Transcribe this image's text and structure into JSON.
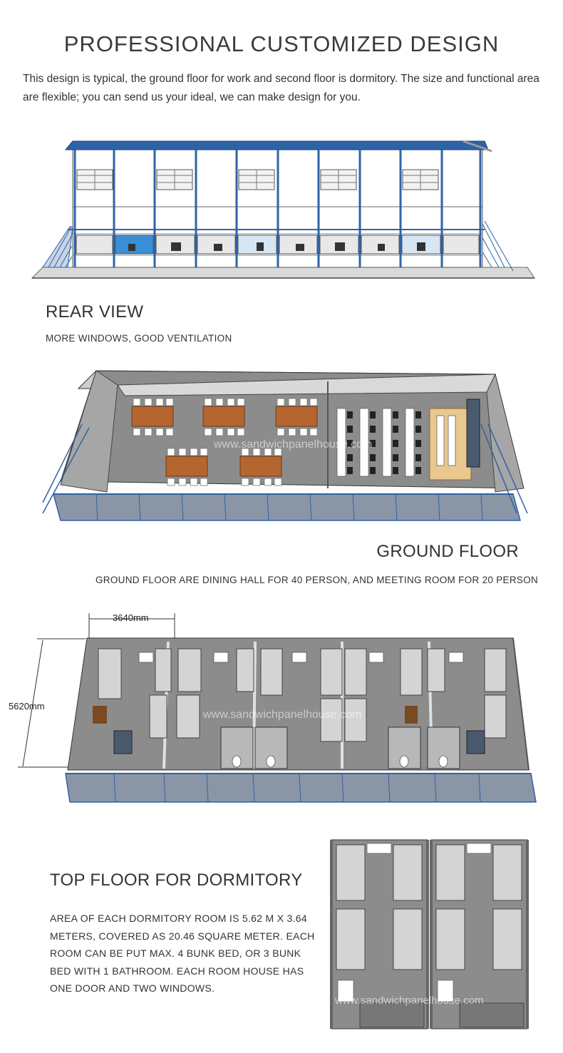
{
  "header": {
    "title": "PROFESSIONAL CUSTOMIZED DESIGN",
    "intro": "This design is typical, the ground floor for work and second floor is dormitory. The size and functional area are flexible; you can send us your ideal, we can make design for you."
  },
  "rear_view": {
    "heading": "REAR VIEW",
    "caption": "MORE WINDOWS, GOOD VENTILATION"
  },
  "ground_floor": {
    "heading": "GROUND FLOOR",
    "caption": "GROUND FLOOR ARE DINING HALL FOR 40 PERSON, AND MEETING ROOM FOR 20 PERSON",
    "watermark": "www.sandwichpanelhouse.com"
  },
  "top_floor_plan": {
    "width_label": "3640mm",
    "depth_label": "5620mm",
    "watermark": "www.sandwichpanelhouse.com"
  },
  "top_floor": {
    "heading": "TOP FLOOR FOR DORMITORY",
    "description": "AREA OF EACH DORMITORY ROOM IS 5.62 M X 3.64 METERS, COVERED AS 20.46 SQUARE METER. EACH ROOM CAN BE PUT MAX. 4 BUNK BED, OR 3 BUNK BED WITH 1 BATHROOM. EACH ROOM HOUSE HAS ONE DOOR AND TWO WINDOWS.",
    "watermark": "www.sandwichpanelhouse.com"
  },
  "colors": {
    "steel_blue": "#2f63a8",
    "floor_gray": "#8c8c8c",
    "table_wood": "#b5652e"
  }
}
